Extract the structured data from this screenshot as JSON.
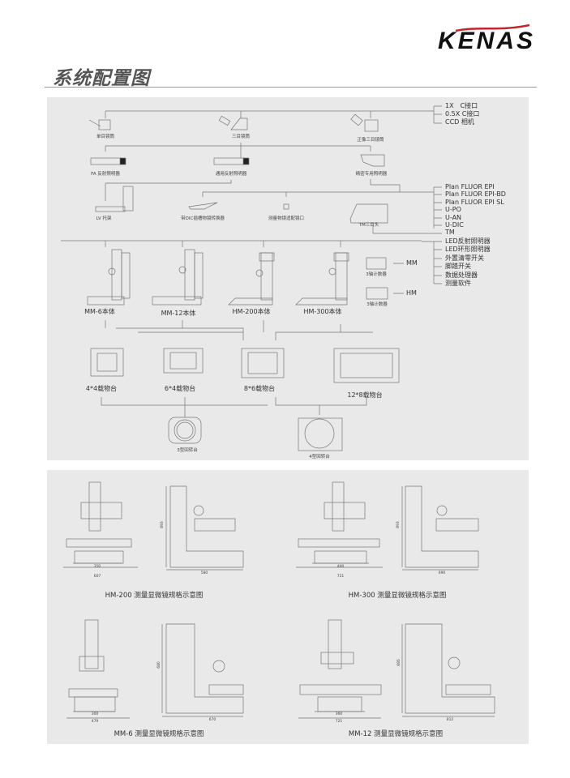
{
  "brand": {
    "logo_text": "KENAS",
    "accent": "#c0272d"
  },
  "page": {
    "title": "系统配置图"
  },
  "config": {
    "tubes": [
      "单目镜筒",
      "三目镜筒",
      "正像三目镜筒"
    ],
    "illuminators": [
      "FA 反射照明器",
      "通用反射照明器",
      "精密专用照明器"
    ],
    "accessories": [
      "LV 托架",
      "带DIC插槽物镜转换器",
      "测量物镜适配镜口",
      "TM三目头"
    ],
    "camera_options": [
      "1X　C接口",
      "0.5X C接口",
      "CCD 相机"
    ],
    "objective_options": [
      "Plan  FLUOR  EPI",
      "Plan FLUOR EPI-BD",
      "Plan  FLUOR  EPI  SL",
      "U-PO",
      "U-AN",
      "U-DIC",
      "TM"
    ],
    "extra_options": [
      "LED反射照明器",
      "LED环形照明器",
      "外置清零开关",
      "脚踏开关",
      "数据处理器",
      "测量软件"
    ],
    "bodies": [
      "MM-6本体",
      "MM-12本体",
      "HM-200本体",
      "HM-300本体"
    ],
    "counters": [
      {
        "label": "3轴计数器",
        "model": "MM"
      },
      {
        "label": "3轴计数器",
        "model": "HM"
      }
    ],
    "stages": [
      "4*4载物台",
      "6*4载物台",
      "8*6载物台",
      "12*8载物台"
    ],
    "rotary_stages": [
      "3型回转台",
      "4型回转台"
    ]
  },
  "specs": [
    {
      "caption": "HM-200 测量显微镜规格示意图",
      "front_inner": "350",
      "front_outer": "607",
      "side_width": "580",
      "height": "893"
    },
    {
      "caption": "HM-300 测量显微镜规格示意图",
      "front_inner": "400",
      "front_outer": "721",
      "side_width": "690",
      "height": "893"
    },
    {
      "caption": "MM-6 测量显微镜规格示意图",
      "front_inner": "300",
      "front_outer": "479",
      "side_width": "670",
      "height": "680"
    },
    {
      "caption": "MM-12 测量显微镜规格示意图",
      "front_inner": "360",
      "front_outer": "721",
      "side_width": "812",
      "height": "685"
    }
  ]
}
